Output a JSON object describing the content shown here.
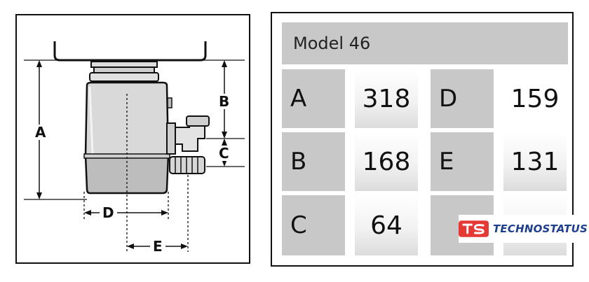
{
  "diagram": {
    "dimension_labels": {
      "a": "A",
      "b": "B",
      "c": "C",
      "d": "D",
      "e": "E"
    }
  },
  "table": {
    "title": "Model 46",
    "rows": [
      [
        {
          "label": "A",
          "value": "318"
        },
        {
          "label": "D",
          "value": "159"
        }
      ],
      [
        {
          "label": "B",
          "value": "168"
        },
        {
          "label": "E",
          "value": "131"
        }
      ],
      [
        {
          "label": "C",
          "value": "64"
        },
        {
          "label": "",
          "value": ""
        }
      ]
    ]
  },
  "logo": {
    "text": "TECHNOSTATUS",
    "colors": {
      "mark": "#e53935",
      "text": "#1d3f8c"
    }
  }
}
